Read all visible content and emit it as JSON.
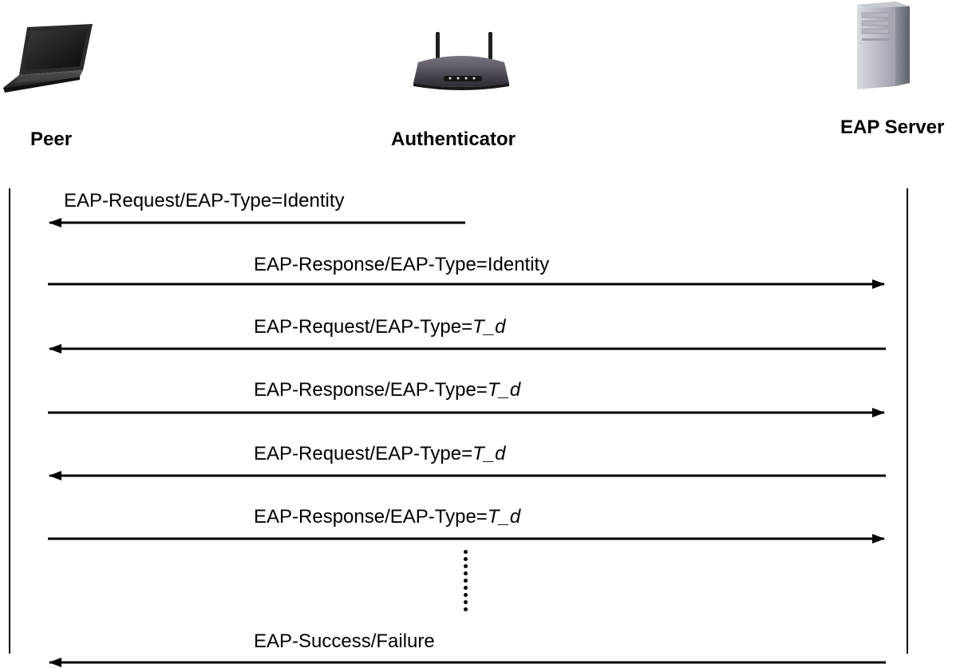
{
  "actors": {
    "peer": {
      "label": "Peer",
      "icon": "laptop-icon"
    },
    "authenticator": {
      "label": "Authenticator",
      "icon": "wireless-router-icon"
    },
    "server": {
      "label": "EAP Server",
      "icon": "server-tower-icon"
    }
  },
  "messages": [
    {
      "prefix": "EAP-Request/EAP-Type=",
      "suffix": "Identity",
      "suffix_italic": false,
      "from": "Authenticator",
      "to": "Peer"
    },
    {
      "prefix": "EAP-Response/EAP-Type=",
      "suffix": "Identity",
      "suffix_italic": false,
      "from": "Peer",
      "to": "EAP Server"
    },
    {
      "prefix": "EAP-Request/EAP-Type=",
      "suffix": "T_d",
      "suffix_italic": true,
      "from": "EAP Server",
      "to": "Peer"
    },
    {
      "prefix": "EAP-Response/EAP-Type=",
      "suffix": "T_d",
      "suffix_italic": true,
      "from": "Peer",
      "to": "EAP Server"
    },
    {
      "prefix": "EAP-Request/EAP-Type=",
      "suffix": "T_d",
      "suffix_italic": true,
      "from": "EAP Server",
      "to": "Peer"
    },
    {
      "prefix": "EAP-Response/EAP-Type=",
      "suffix": "T_d",
      "suffix_italic": true,
      "from": "Peer",
      "to": "EAP Server"
    },
    {
      "prefix": "EAP-Success/Failure",
      "suffix": "",
      "suffix_italic": false,
      "from": "EAP Server",
      "to": "Peer"
    }
  ],
  "continuation": "vertical-ellipsis"
}
